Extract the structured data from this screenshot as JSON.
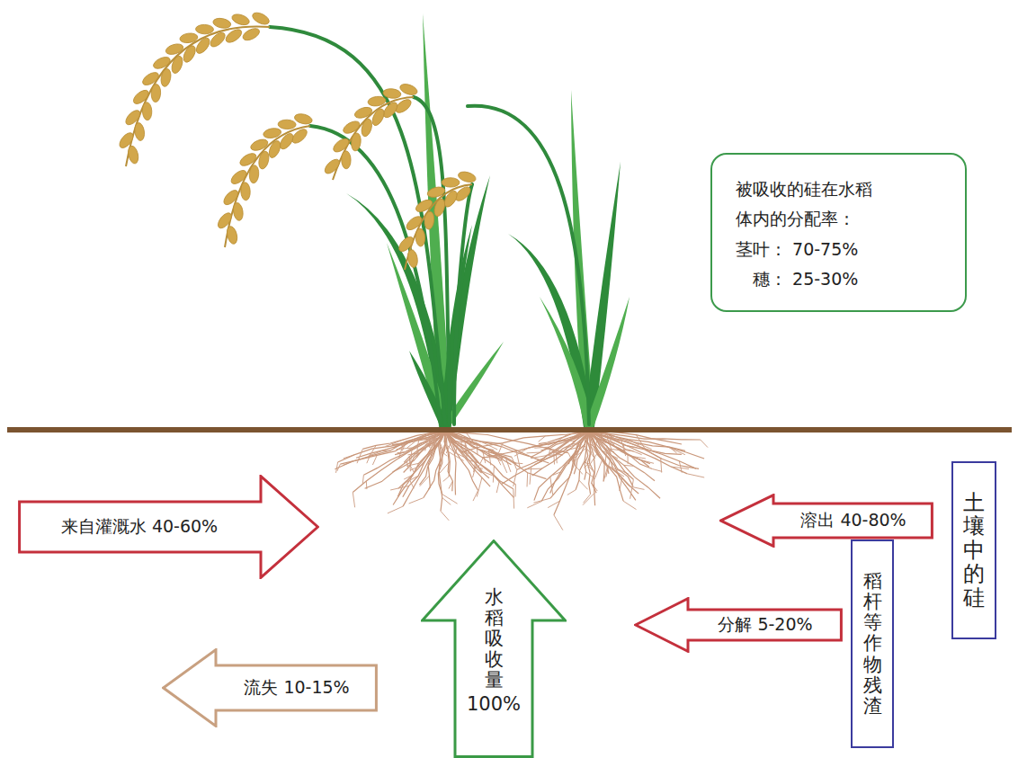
{
  "diagram": {
    "nodes": [
      {
        "text": [
          "被吸收的硅在水稻体内的分配率：",
          "茎叶： 70-75%",
          "穗： 25-30%"
        ]
      },
      {
        "text": [
          "土壤中的硅"
        ]
      },
      {
        "text": [
          "来自灌溉水 40-60%"
        ]
      },
      {
        "text": [
          "溶出 40-80%"
        ]
      },
      {
        "text": [
          "水稻吸收量",
          "100%"
        ]
      },
      {
        "text": [
          "稻杆等作物残渣"
        ]
      },
      {
        "text": [
          "分解 5-20%"
        ]
      },
      {
        "text": [
          "流失 10-15%"
        ]
      }
    ]
  }
}
